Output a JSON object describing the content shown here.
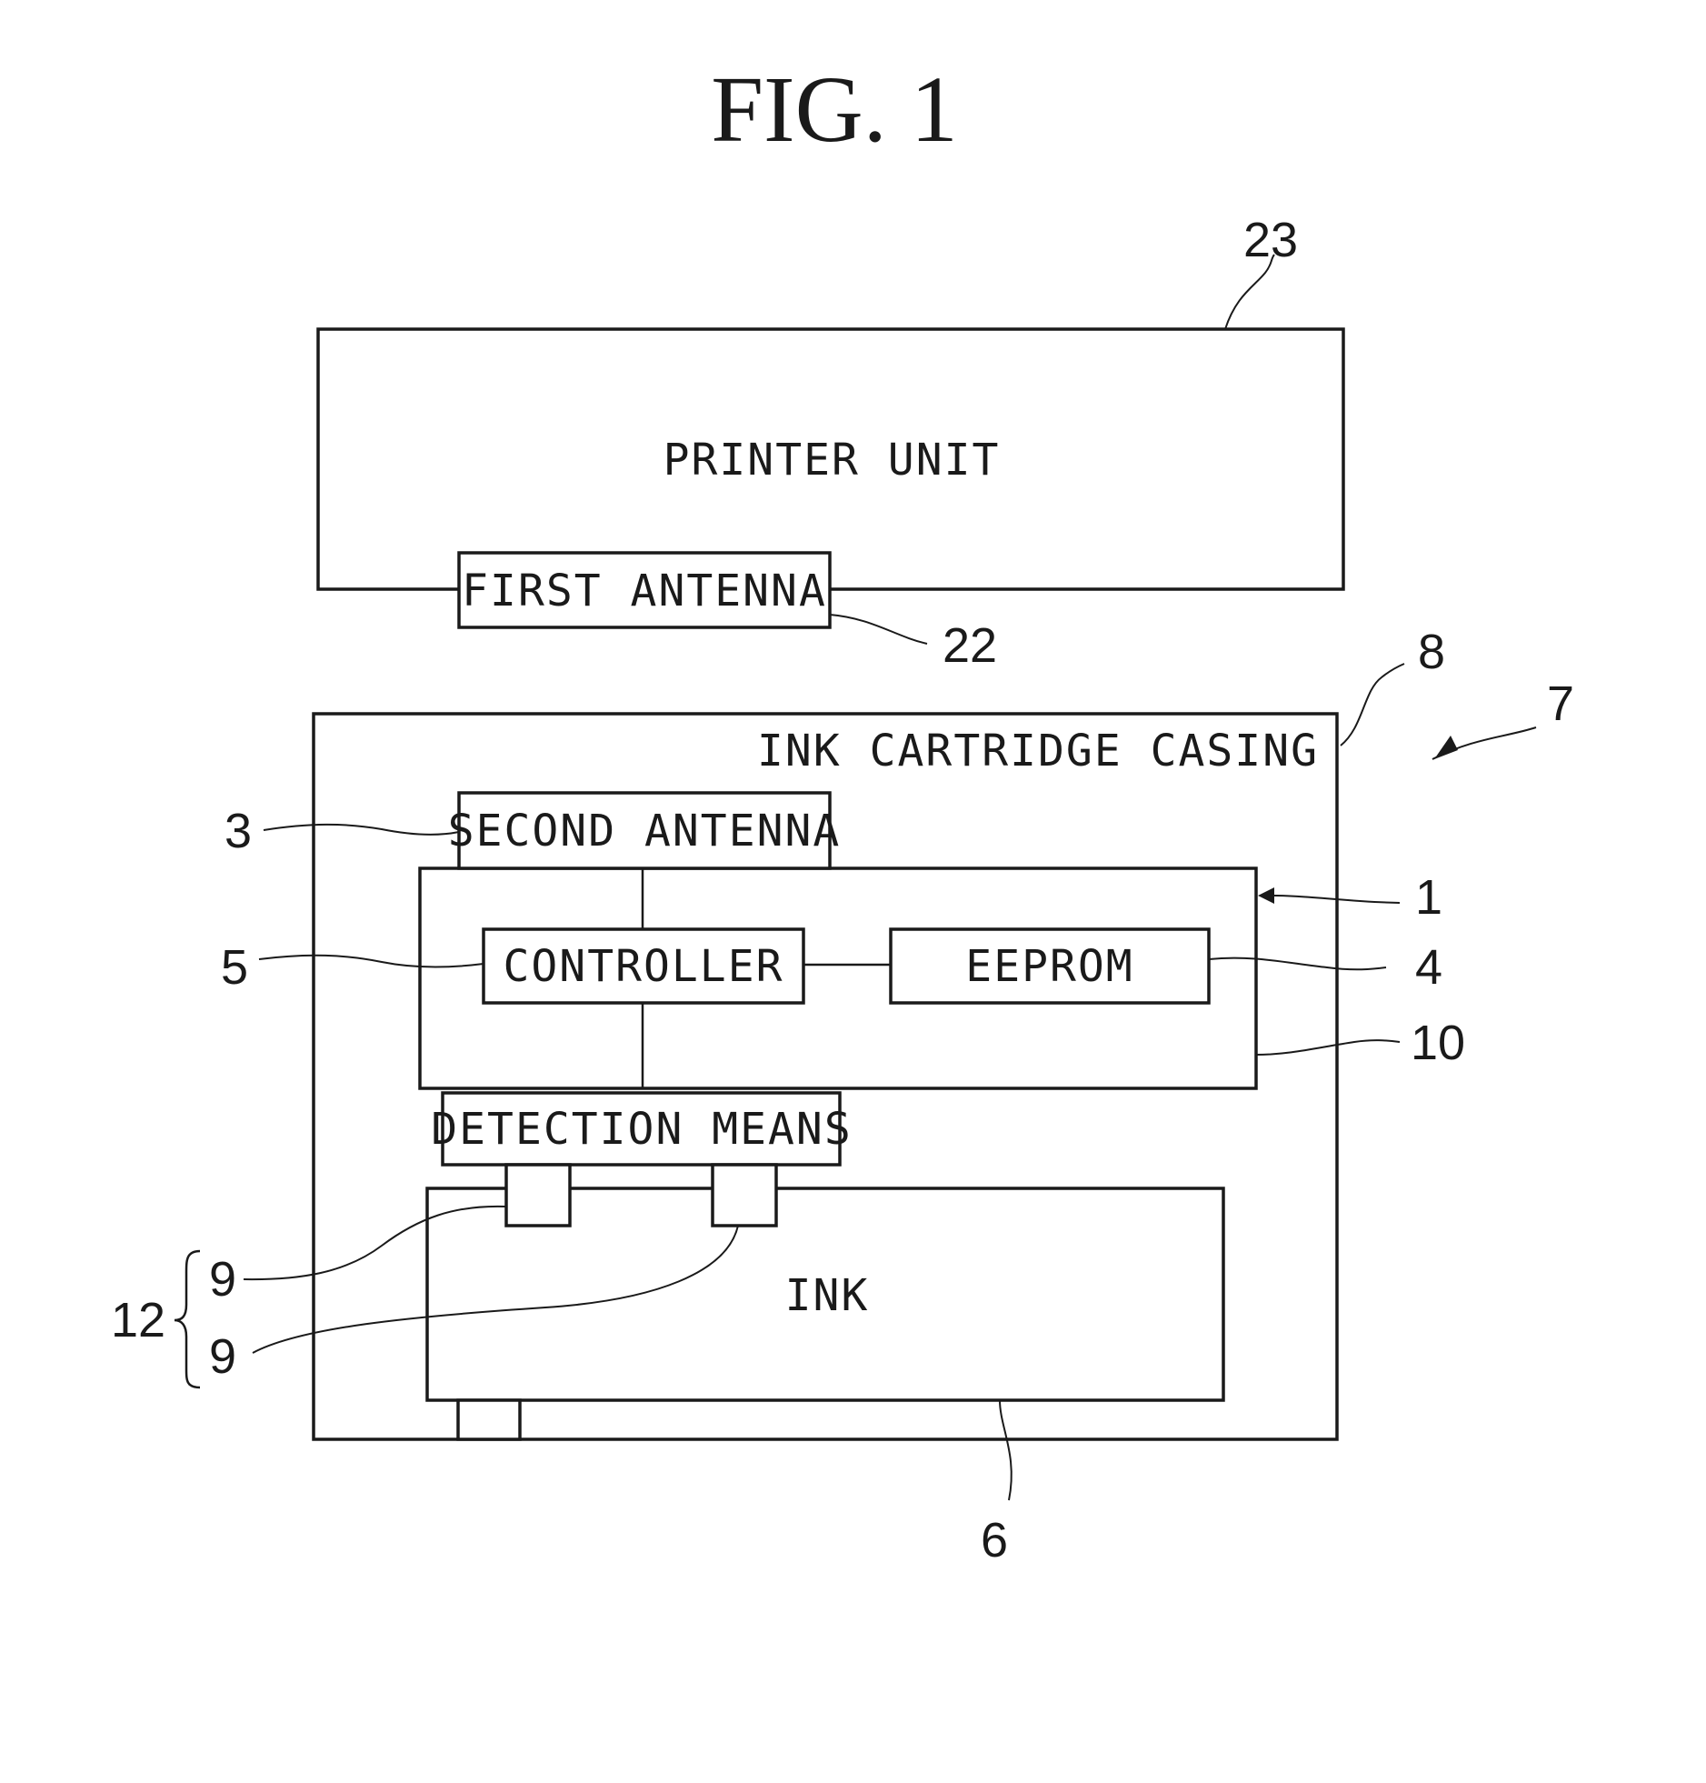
{
  "title": "FIG. 1",
  "blocks": {
    "printer_unit": "PRINTER UNIT",
    "first_antenna": "FIRST ANTENNA",
    "ink_cartridge_casing": "INK CARTRIDGE CASING",
    "second_antenna": "SECOND ANTENNA",
    "controller": "CONTROLLER",
    "eeprom": "EEPROM",
    "detection_means": "DETECTION MEANS",
    "ink": "INK"
  },
  "refs": {
    "printer_unit": "23",
    "first_antenna": "22",
    "casing": "8",
    "cartridge": "7",
    "second_antenna": "3",
    "module": "1",
    "controller": "5",
    "eeprom": "4",
    "board": "10",
    "sensor_a": "9",
    "sensor_b": "9",
    "sensor_group": "12",
    "ink_tank": "6"
  }
}
